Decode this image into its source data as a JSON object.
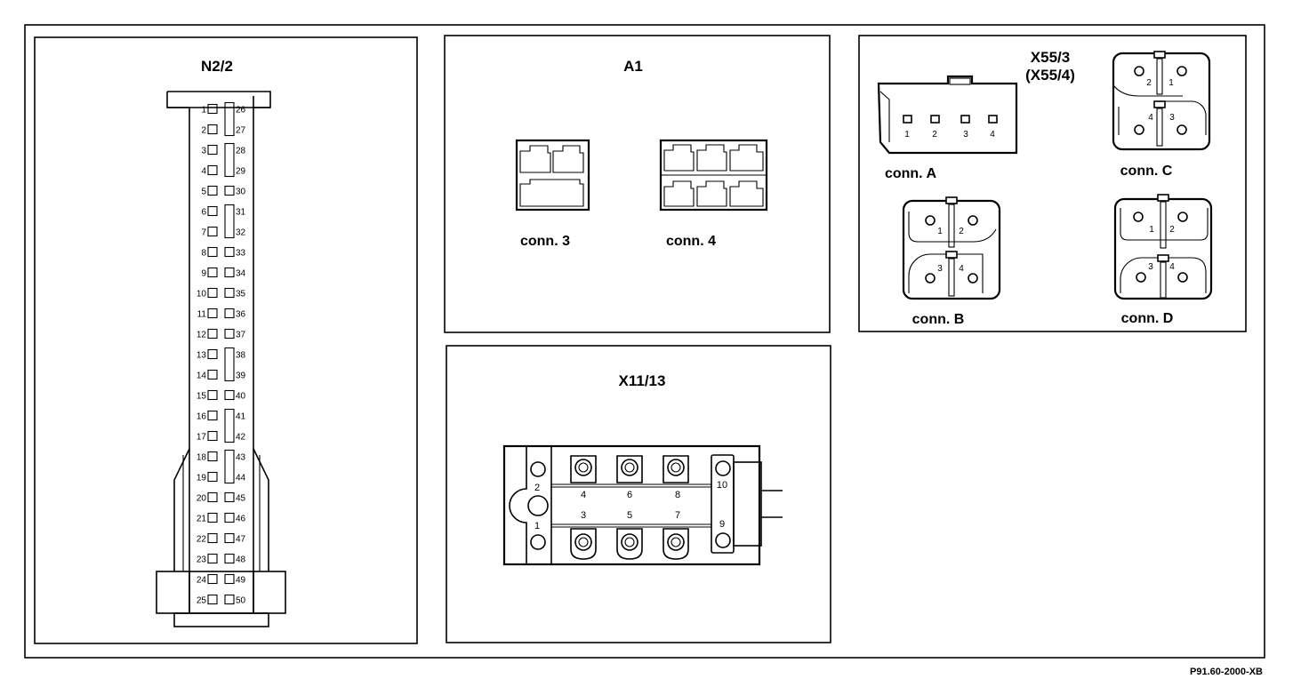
{
  "panels": {
    "n22": {
      "title": "N2/2",
      "left_pins": [
        "1",
        "2",
        "3",
        "4",
        "5",
        "6",
        "7",
        "8",
        "9",
        "10",
        "11",
        "12",
        "13",
        "14",
        "15",
        "16",
        "17",
        "18",
        "19",
        "20",
        "21",
        "22",
        "23",
        "24",
        "25"
      ],
      "right_pins": [
        "26",
        "27",
        "28",
        "29",
        "30",
        "31",
        "32",
        "33",
        "34",
        "35",
        "36",
        "37",
        "38",
        "39",
        "40",
        "41",
        "42",
        "43",
        "44",
        "45",
        "46",
        "47",
        "48",
        "49",
        "50"
      ]
    },
    "a1": {
      "title": "A1",
      "conn3_label": "conn. 3",
      "conn4_label": "conn. 4"
    },
    "x11": {
      "title": "X11/13",
      "pins": [
        "1",
        "2",
        "3",
        "4",
        "5",
        "6",
        "7",
        "8",
        "9",
        "10"
      ]
    },
    "x55": {
      "title": "X55/3",
      "subtitle": "(X55/4)",
      "conn_a_label": "conn. A",
      "conn_b_label": "conn. B",
      "conn_c_label": "conn. C",
      "conn_d_label": "conn. D",
      "conn_a_pins": [
        "1",
        "2",
        "3",
        "4"
      ],
      "conn_b_pins": [
        "1",
        "2",
        "3",
        "4"
      ],
      "conn_c_pins": [
        "2",
        "1",
        "4",
        "3"
      ],
      "conn_d_pins": [
        "1",
        "2",
        "3",
        "4"
      ]
    }
  },
  "footer": {
    "reference": "P91.60-2000-XB"
  }
}
